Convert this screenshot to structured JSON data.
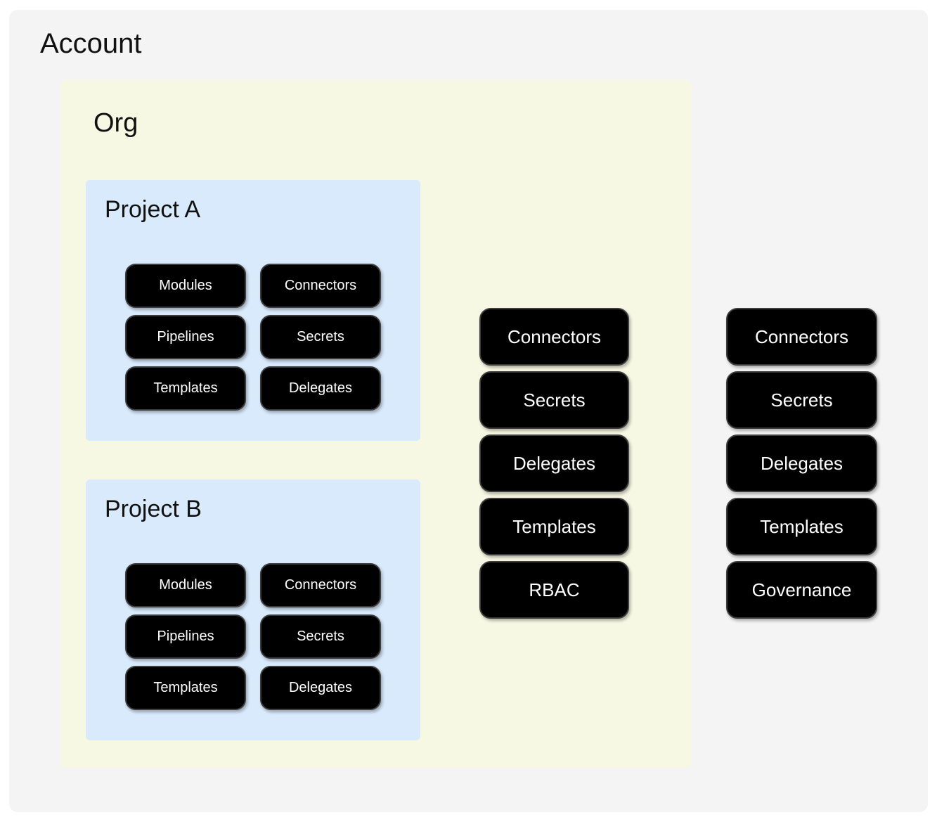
{
  "account": {
    "title": "Account",
    "resources": [
      "Connectors",
      "Secrets",
      "Delegates",
      "Templates",
      "Governance"
    ],
    "org": {
      "title": "Org",
      "resources": [
        "Connectors",
        "Secrets",
        "Delegates",
        "Templates",
        "RBAC"
      ],
      "projects": [
        {
          "title": "Project A",
          "resources": [
            "Modules",
            "Connectors",
            "Pipelines",
            "Secrets",
            "Templates",
            "Delegates"
          ]
        },
        {
          "title": "Project B",
          "resources": [
            "Modules",
            "Connectors",
            "Pipelines",
            "Secrets",
            "Templates",
            "Delegates"
          ]
        }
      ]
    }
  },
  "colors": {
    "canvas": "#ffffff",
    "account_bg": "#f4f4f4",
    "org_bg": "#f7f8e3",
    "project_bg": "#d9eafc",
    "node_bg": "#000000",
    "node_border": "#3d3d3d",
    "node_text": "#ffffff",
    "title_text": "#111111"
  }
}
